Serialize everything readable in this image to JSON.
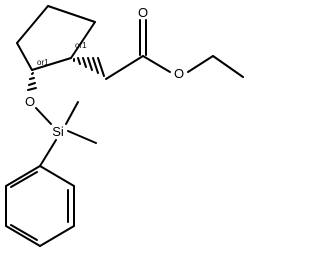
{
  "structure": {
    "atom_labels": {
      "carbonyl_oxygen": "O",
      "ester_oxygen": "O",
      "ether_oxygen": "O",
      "silicon": "Si"
    },
    "stereo_labels": {
      "c1": "or1",
      "c2": "or1"
    }
  },
  "colors": {
    "bond": "#000000",
    "background": "#ffffff"
  }
}
